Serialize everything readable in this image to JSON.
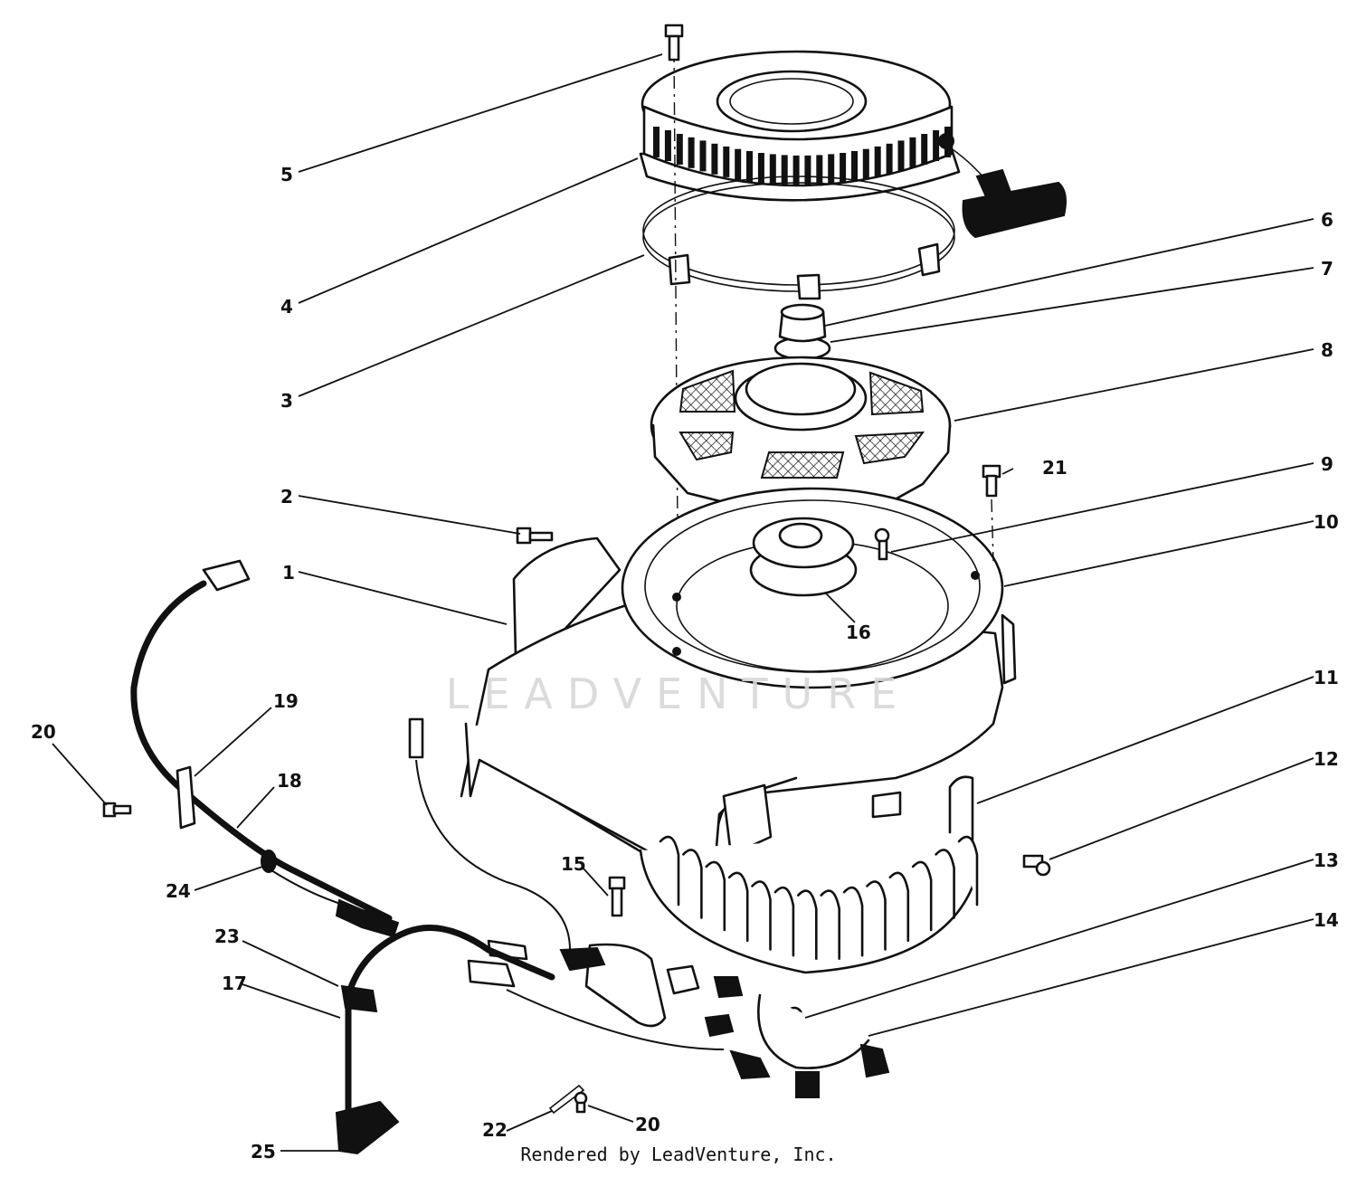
{
  "diagram": {
    "watermark": "LEADVENTURE",
    "footer": "Rendered by LeadVenture, Inc.",
    "callouts": [
      "5",
      "4",
      "3",
      "6",
      "7",
      "8",
      "21",
      "9",
      "10",
      "2",
      "1",
      "16",
      "11",
      "19",
      "20",
      "18",
      "12",
      "13",
      "24",
      "15",
      "14",
      "23",
      "17",
      "22",
      "20",
      "25"
    ]
  }
}
